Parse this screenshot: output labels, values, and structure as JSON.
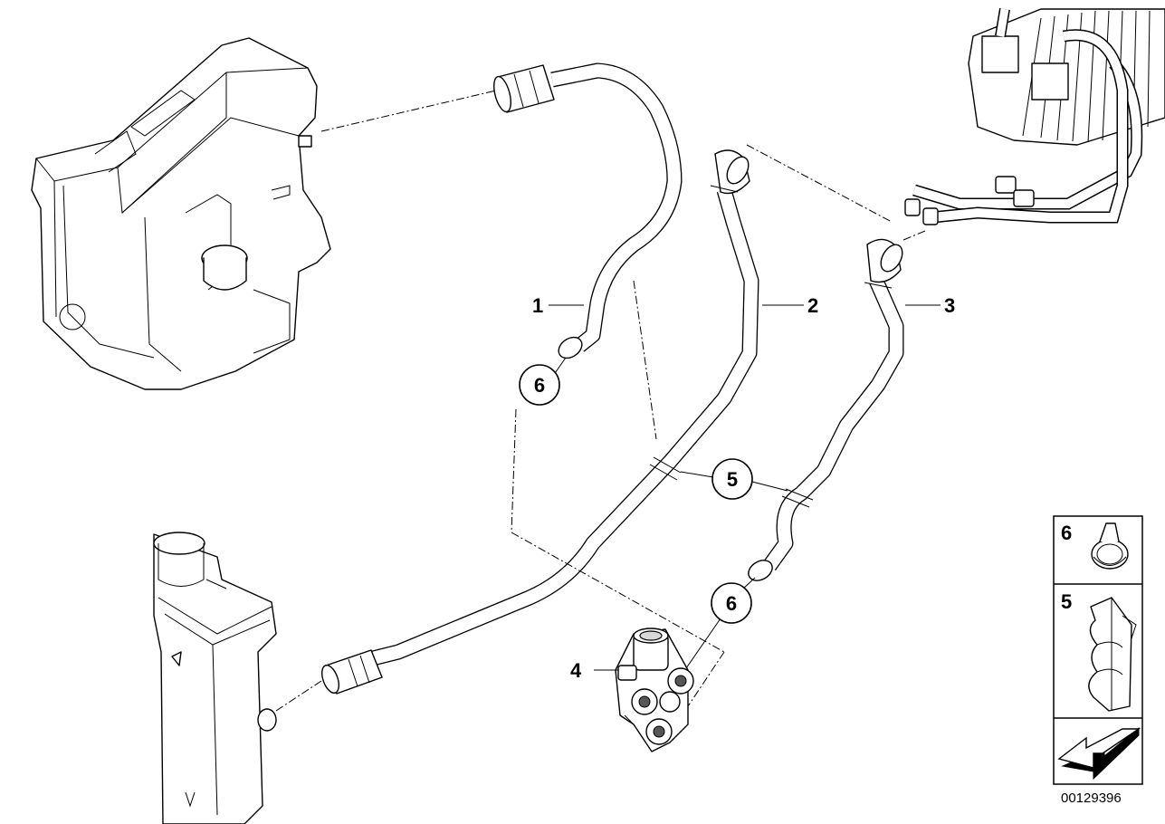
{
  "diagram": {
    "doc_number": "00129396",
    "labels": {
      "hose_1": "1",
      "hose_2": "2",
      "hose_3": "3",
      "valve_4": "4",
      "clip_5a": "5",
      "clamp_6a": "6",
      "clamp_6b": "6"
    },
    "legend": [
      {
        "label": "6",
        "icon": "hose-clamp-icon"
      },
      {
        "label": "5",
        "icon": "hose-clip-icon"
      },
      {
        "label": "",
        "icon": "direction-arrow-icon"
      }
    ]
  },
  "colors": {
    "line": "#000000",
    "background": "#ffffff",
    "shading": "#d8d8d8"
  }
}
